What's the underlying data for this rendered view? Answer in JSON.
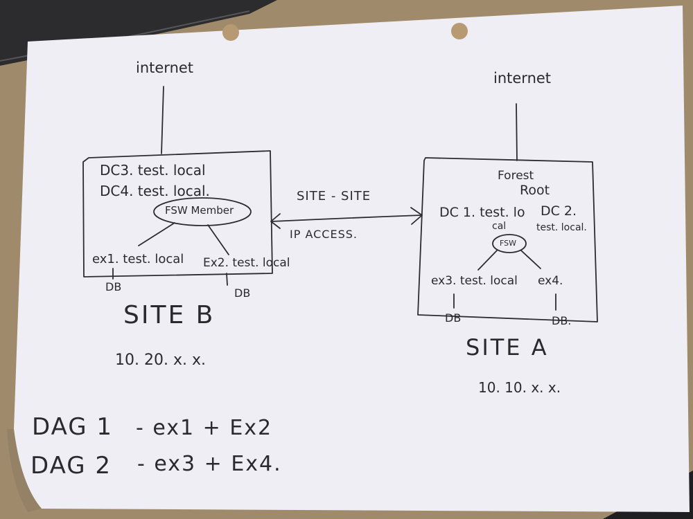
{
  "colors": {
    "desk": "#a08a6c",
    "paper": "#efeef4",
    "ink": "#2b2b30",
    "keyboard": "#2c2c2f"
  },
  "site_b": {
    "internet": "internet",
    "dc3": "DC3. test. local",
    "dc4": "DC4. test. local.",
    "fsw": "FSW Member",
    "ex1": "ex1. test. local",
    "ex2": "Ex2. test. local",
    "db_left": "DB",
    "db_right": "DB",
    "name": "SITE B",
    "subnet": "10. 20. x. x."
  },
  "site_a": {
    "internet": "internet",
    "forest_line1": "Forest",
    "forest_line2": "Root",
    "dc1_line1": "DC 1. test. lo",
    "dc1_line2": "cal",
    "dc2_line1": "DC 2.",
    "dc2_line2": "test. local.",
    "fsw": "FSW",
    "ex3": "ex3. test. local",
    "ex4": "ex4.",
    "db_left": "DB",
    "db_right": "DB.",
    "name": "SITE A",
    "subnet": "10. 10. x. x."
  },
  "link": {
    "label_top": "SITE - SITE",
    "label_bottom": "IP ACCESS."
  },
  "dags": [
    {
      "name": "DAG 1",
      "members": "- ex1 + Ex2"
    },
    {
      "name": "DAG 2",
      "members": "- ex3 + Ex4."
    }
  ]
}
